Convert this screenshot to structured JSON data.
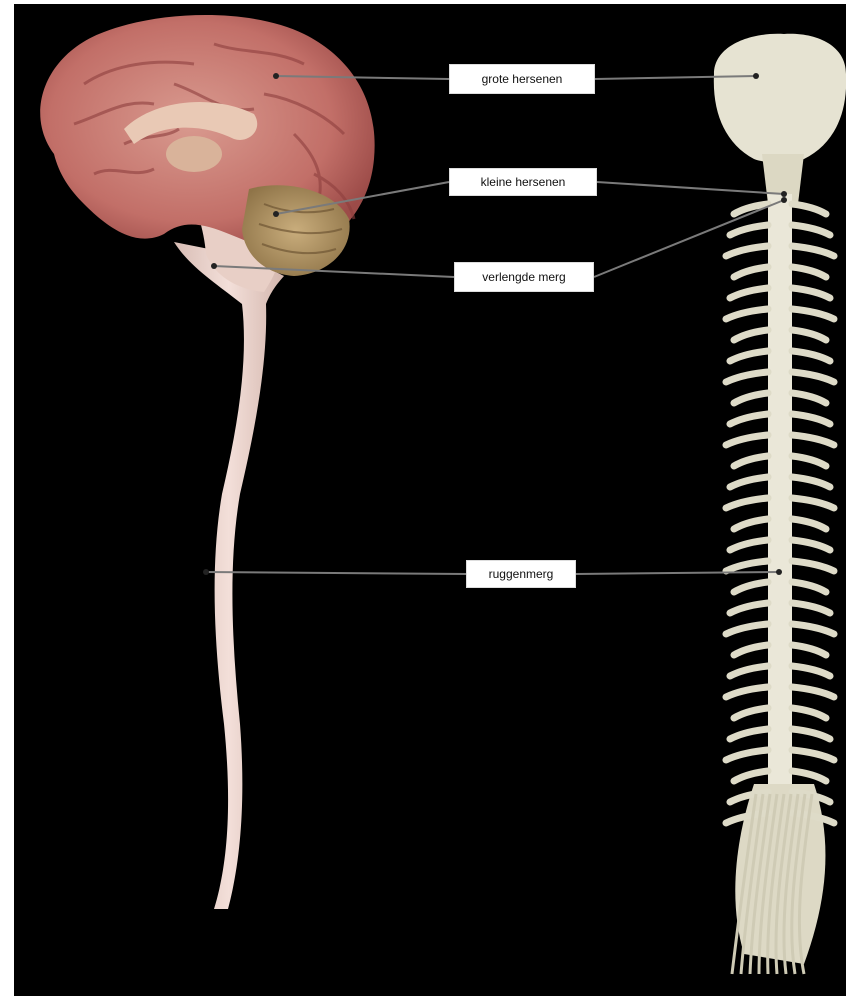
{
  "colors": {
    "background": "#000000",
    "brain": "#c97b74",
    "brain_dark": "#8e3f3e",
    "cerebellum": "#b79a6a",
    "spinal_cord": "#efd6cf",
    "spine_model": "#e6e3d2",
    "leader_line": "#7a7a7a",
    "label_bg": "#ffffff"
  },
  "labels": [
    {
      "id": "grote-hersenen",
      "text": "grote hersenen"
    },
    {
      "id": "kleine-hersenen",
      "text": "kleine hersenen"
    },
    {
      "id": "verlengde-merg",
      "text": "verlengde merg"
    },
    {
      "id": "ruggenmerg",
      "text": "ruggenmerg"
    }
  ]
}
